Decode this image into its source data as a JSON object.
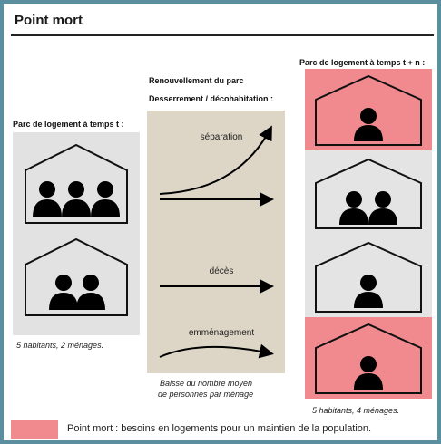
{
  "title": "Point mort",
  "left": {
    "heading": "Parc de logement à temps t :",
    "caption": "5 habitants, 2 ménages."
  },
  "middle": {
    "heading_line1": "Renouvellement du parc",
    "heading_line2": "Desserrement / décohabitation :",
    "arrows": [
      {
        "label": "séparation"
      },
      {
        "label": "décès"
      },
      {
        "label": "emménagement"
      }
    ],
    "note_line1": "Baisse du nombre moyen",
    "note_line2": "de personnes par ménage"
  },
  "right": {
    "heading": "Parc de logement à temps t + n :",
    "caption": "5 habitants, 4 ménages."
  },
  "legend": {
    "text": "Point mort : besoins en logements pour un maintien de la population."
  },
  "colors": {
    "pink": "#f08a8e",
    "gray": "#e2e2e2",
    "beige": "#ddd5c6",
    "frame": "#5b8fa0"
  },
  "icons": [
    "house-icon",
    "person-icon",
    "arrow-icon"
  ]
}
